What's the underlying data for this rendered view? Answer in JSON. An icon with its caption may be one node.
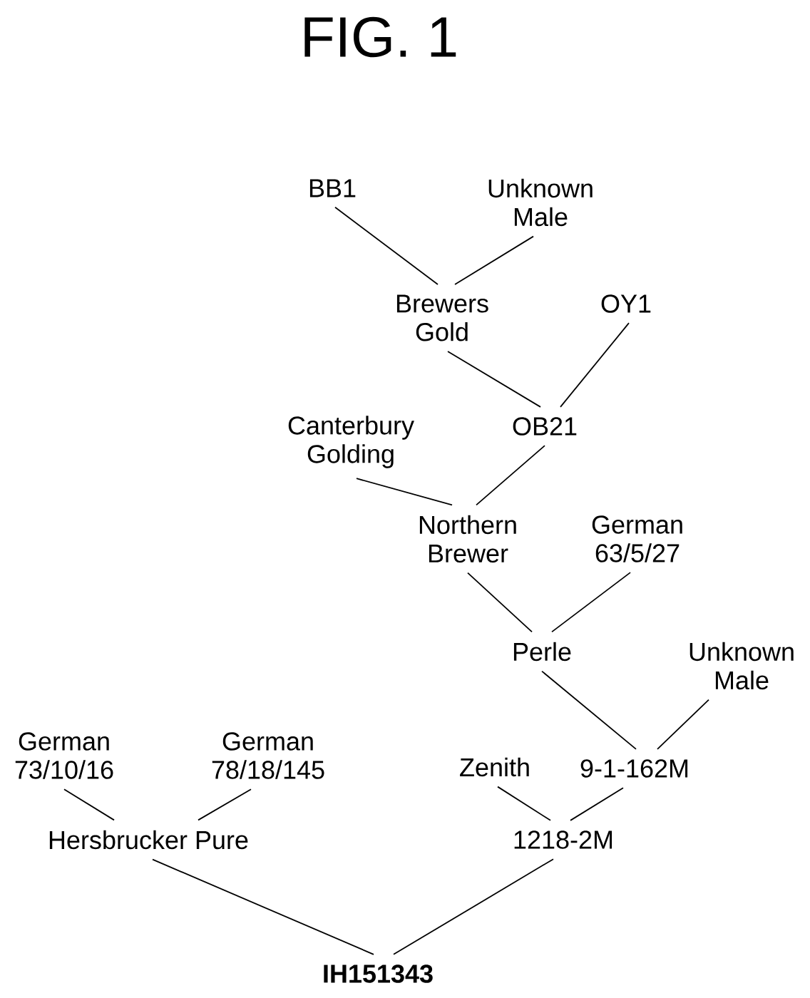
{
  "diagram": {
    "title": "FIG. 1",
    "nodes": [
      {
        "text": [
          "BB1"
        ]
      },
      {
        "text": [
          "Unknown Male"
        ]
      },
      {
        "text": [
          "Brewers Gold"
        ]
      },
      {
        "text": [
          "OY1"
        ]
      },
      {
        "text": [
          "Canterbury Golding"
        ]
      },
      {
        "text": [
          "OB21"
        ]
      },
      {
        "text": [
          "Northern Brewer"
        ]
      },
      {
        "text": [
          "German 63/5/27"
        ]
      },
      {
        "text": [
          "Perle"
        ]
      },
      {
        "text": [
          "Unknown Male"
        ]
      },
      {
        "text": [
          "German 73/10/16"
        ]
      },
      {
        "text": [
          "German 78/18/145"
        ]
      },
      {
        "text": [
          "Zenith"
        ]
      },
      {
        "text": [
          "9-1-162M"
        ]
      },
      {
        "text": [
          "Hersbrucker Pure"
        ]
      },
      {
        "text": [
          "1218-2M"
        ]
      },
      {
        "text": [
          "IH151343"
        ]
      }
    ],
    "edges": [
      {
        "from": 0,
        "to": 2,
        "arrow": "none"
      },
      {
        "from": 1,
        "to": 2,
        "arrow": "none"
      },
      {
        "from": 2,
        "to": 5,
        "arrow": "none"
      },
      {
        "from": 3,
        "to": 5,
        "arrow": "none"
      },
      {
        "from": 4,
        "to": 6,
        "arrow": "none"
      },
      {
        "from": 5,
        "to": 6,
        "arrow": "none"
      },
      {
        "from": 6,
        "to": 8,
        "arrow": "none"
      },
      {
        "from": 7,
        "to": 8,
        "arrow": "none"
      },
      {
        "from": 8,
        "to": 13,
        "arrow": "none"
      },
      {
        "from": 9,
        "to": 13,
        "arrow": "none"
      },
      {
        "from": 10,
        "to": 14,
        "arrow": "none"
      },
      {
        "from": 11,
        "to": 14,
        "arrow": "none"
      },
      {
        "from": 12,
        "to": 15,
        "arrow": "none"
      },
      {
        "from": 13,
        "to": 15,
        "arrow": "none"
      },
      {
        "from": 14,
        "to": 16,
        "arrow": "none"
      },
      {
        "from": 15,
        "to": 16,
        "arrow": "none"
      }
    ]
  }
}
